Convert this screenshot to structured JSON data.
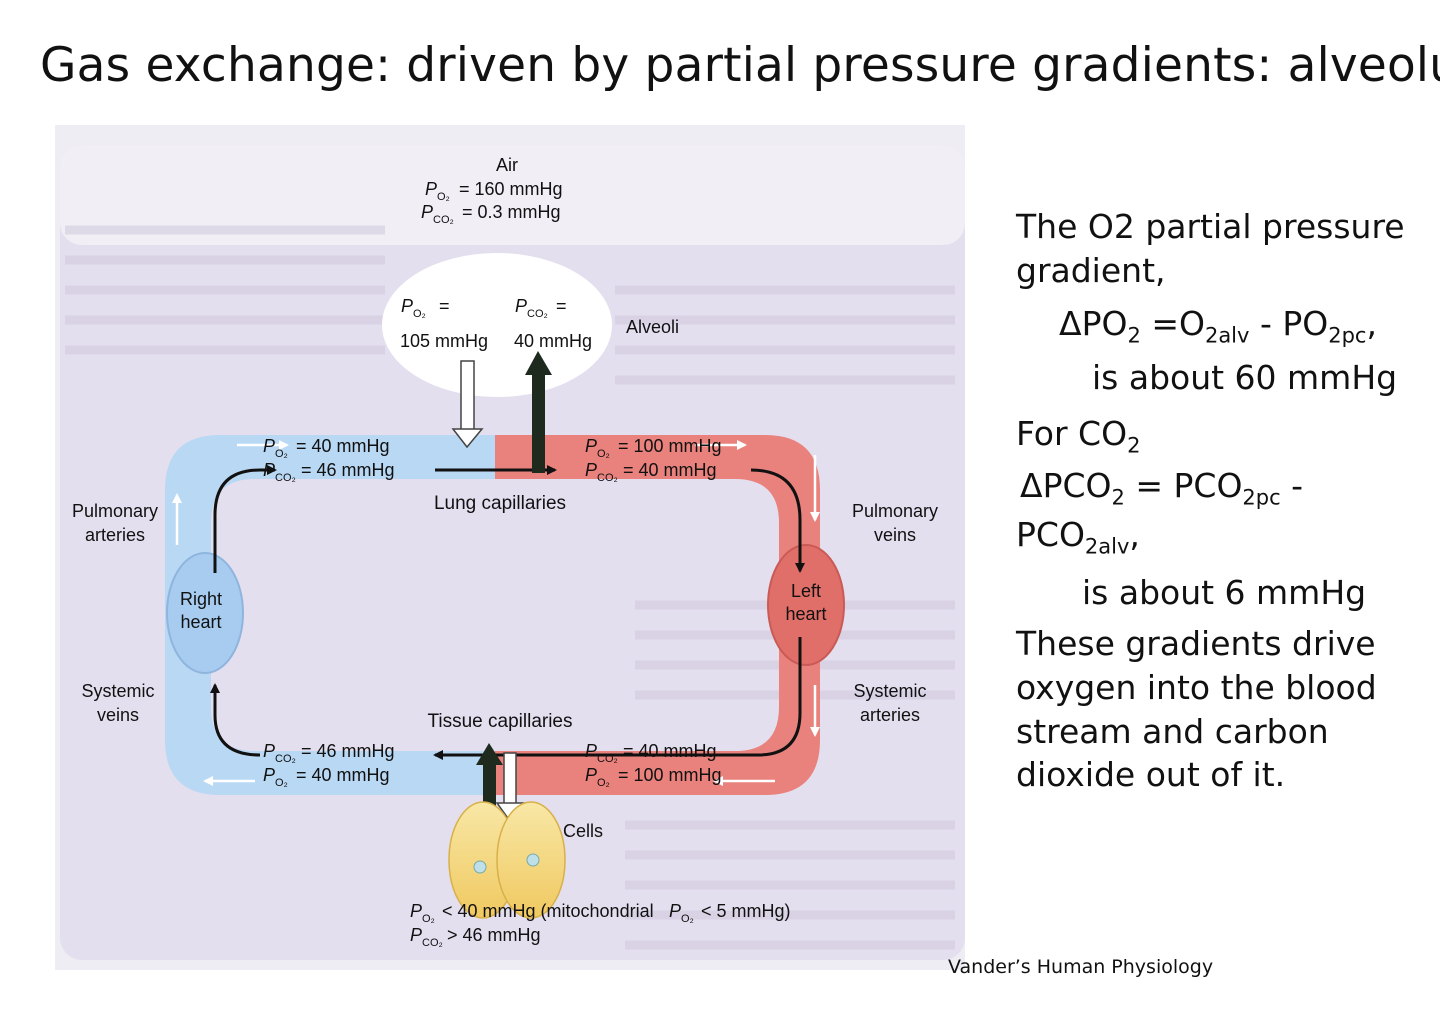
{
  "slide": {
    "title": "Gas exchange: driven by partial pressure gradients: alveolus",
    "citation": "Vander’s Human Physiology"
  },
  "diagram": {
    "air": {
      "label": "Air",
      "po2": "= 160 mmHg",
      "pco2": "= 0.3 mmHg"
    },
    "alveoli": {
      "label": "Alveoli",
      "po2": "=",
      "po2_value": "105 mmHg",
      "pco2": "=",
      "pco2_value": "40 mmHg"
    },
    "lung_capillaries": {
      "label": "Lung capillaries",
      "venous_po2": "= 40 mmHg",
      "venous_pco2": "= 46 mmHg",
      "arterial_po2": "= 100 mmHg",
      "arterial_pco2": "= 40 mmHg"
    },
    "tissue_capillaries": {
      "label": "Tissue capillaries",
      "venous_pco2": "= 46 mmHg",
      "venous_po2": "= 40 mmHg",
      "arterial_pco2": "= 40 mmHg",
      "arterial_po2": "= 100 mmHg"
    },
    "vessels": {
      "pulmonary_arteries_1": "Pulmonary",
      "pulmonary_arteries_2": "arteries",
      "pulmonary_veins_1": "Pulmonary",
      "pulmonary_veins_2": "veins",
      "systemic_veins_1": "Systemic",
      "systemic_veins_2": "veins",
      "systemic_arteries_1": "Systemic",
      "systemic_arteries_2": "arteries"
    },
    "hearts": {
      "right_1": "Right",
      "right_2": "heart",
      "left_1": "Left",
      "left_2": "heart"
    },
    "cells": {
      "label": "Cells",
      "po2_line": "< 40 mmHg (mitochondrial",
      "po2_mito": "< 5 mmHg)",
      "pco2_line": "> 46 mmHg"
    },
    "symbols": {
      "p": "P",
      "o2": "O₂",
      "co2": "CO₂"
    }
  },
  "notes": {
    "line1": "The O2 partial pressure",
    "line2": "gradient,",
    "o2_formula": {
      "lhs": "ΔPO",
      "lhs_sub": "2",
      "eq": " =O",
      "a_sub": "2alv",
      "minus": " - PO",
      "b_sub": "2pc",
      "tail": ","
    },
    "o2_result": "is about 60 mmHg",
    "co2_heading": "For CO",
    "co2_heading_sub": "2",
    "co2_formula": {
      "lhs": "ΔPCO",
      "lhs_sub": "2",
      "eq": " = PCO",
      "a_sub": "2pc",
      "minus": " -",
      "second": "PCO",
      "b_sub": "2alv",
      "tail": ","
    },
    "co2_result": "is about 6 mmHg",
    "conclusion": [
      "These gradients drive",
      "oxygen into the blood",
      "stream and carbon",
      "dioxide out of it."
    ]
  },
  "colors": {
    "deoxygenated": "#b9d8f4",
    "oxygenated": "#e9817c",
    "alveoli": "#ffffff",
    "cells": "#f5dc8a",
    "page_backdrop": "#e9e4f1"
  }
}
